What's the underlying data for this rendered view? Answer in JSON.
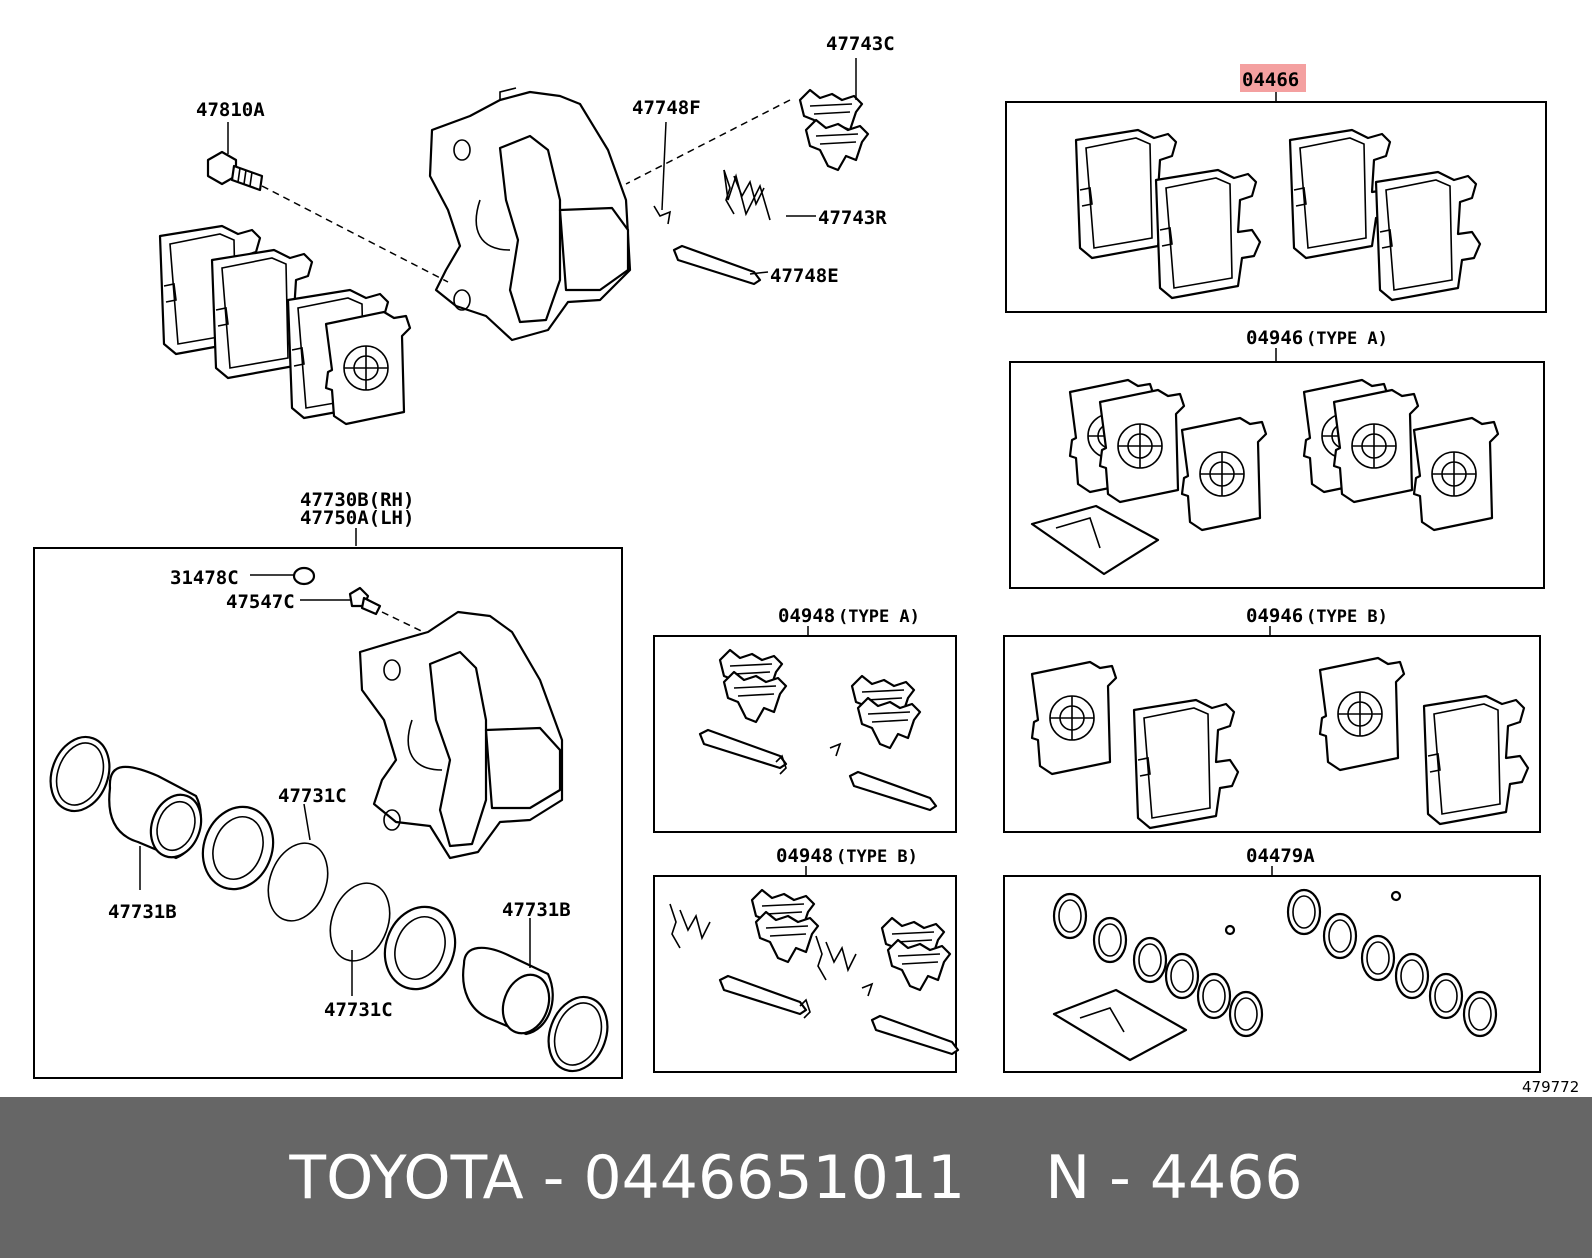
{
  "labels": {
    "l47743C": "47743C",
    "l47810A": "47810A",
    "l47748F": "47748F",
    "l47743R": "47743R",
    "l47748E": "47748E",
    "l04466": "04466",
    "l04946A": "04946",
    "l04946A_type": "(TYPE  A)",
    "l47730B": "47730B(RH)",
    "l47750A": "47750A(LH)",
    "l31478C": "31478C",
    "l47547C": "47547C",
    "l47731C_a": "47731C",
    "l47731B_a": "47731B",
    "l47731B_b": "47731B",
    "l47731C_b": "47731C",
    "l04948A": "04948",
    "l04948A_type": "(TYPE  A)",
    "l04946B": "04946",
    "l04946B_type": "(TYPE  B)",
    "l04948B": "04948",
    "l04948B_type": "(TYPE  B)",
    "l04479A": "04479A",
    "l479772": "479772"
  },
  "highlight_color": "#f4a0a0",
  "footer": {
    "brand_part": "TOYOTA - 0446651011",
    "ref": "N - 4466",
    "background": "#666666"
  }
}
